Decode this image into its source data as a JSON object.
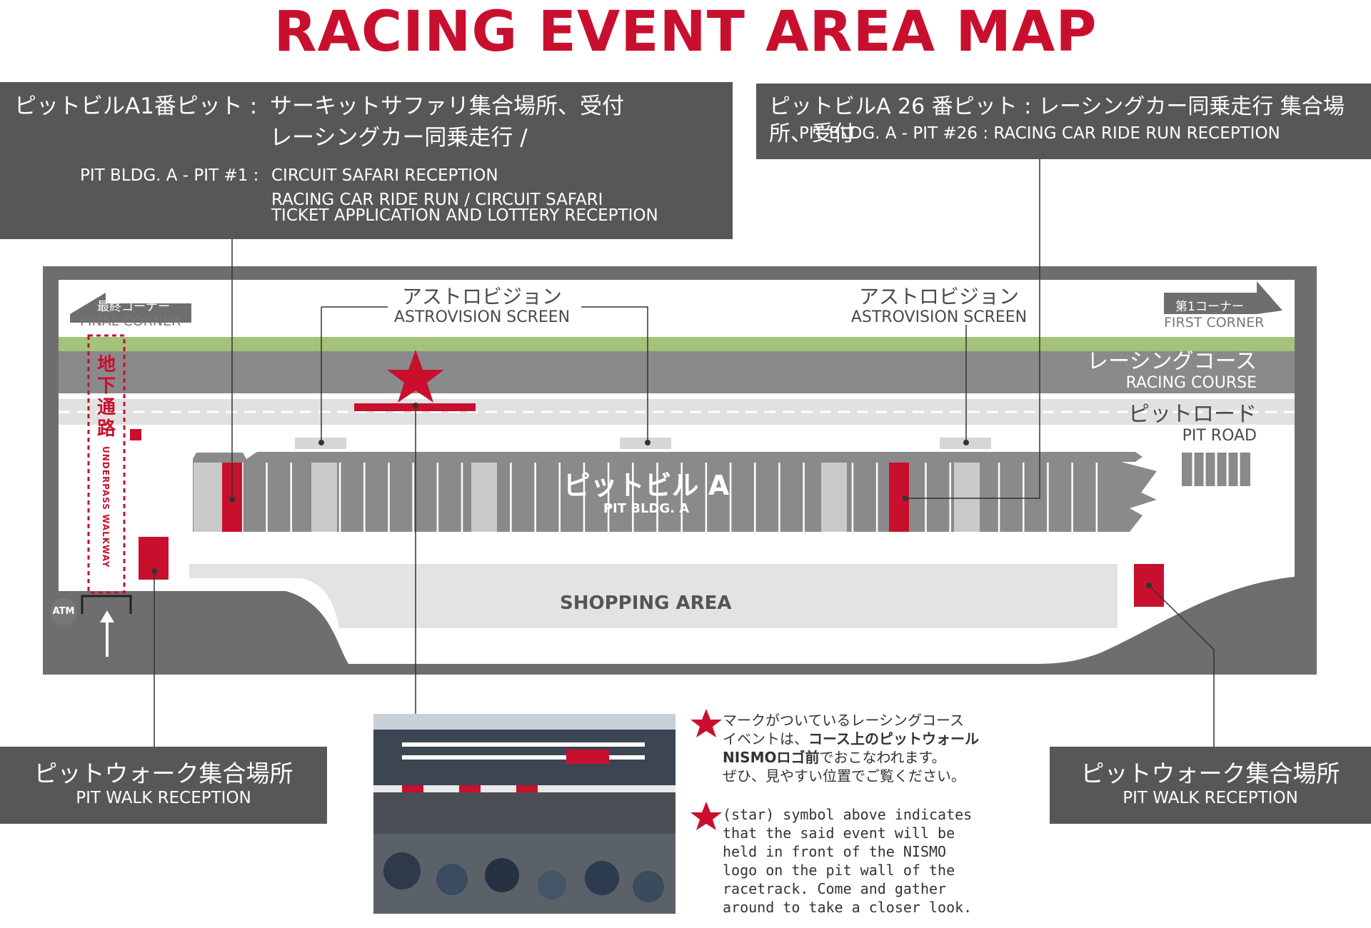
{
  "title": "RACING EVENT AREA MAP",
  "colors": {
    "accent": "#c8102e",
    "box": "#575757",
    "course": "#8a8a8a",
    "grass": "#a3c27a"
  },
  "box_left": {
    "jp_label": "ピットビルA1番ピット :",
    "jp_line1": "サーキットサファリ集合場所、受付",
    "jp_line2": "レーシングカー同乗走行 /",
    "en_label": "PIT BLDG. A - PIT #1 :",
    "en_line1": "CIRCUIT SAFARI RECEPTION",
    "en_line2": "RACING CAR RIDE RUN / CIRCUIT SAFARI",
    "en_line3": "TICKET APPLICATION AND LOTTERY RECEPTION"
  },
  "box_right": {
    "jp": "ピットビルA 26 番ピット : レーシングカー同乗走行 集合場所、受付",
    "en": "PIT BLDG. A - PIT #26 : RACING CAR RIDE RUN RECEPTION"
  },
  "astrovision_left": {
    "jp": "アストロビジョン",
    "en": "ASTROVISION SCREEN"
  },
  "astrovision_right": {
    "jp": "アストロビジョン",
    "en": "ASTROVISION SCREEN"
  },
  "final_corner": {
    "jp": "最終コーナー",
    "en": "FINAL CORNER"
  },
  "first_corner": {
    "jp": "第1コーナー",
    "en": "FIRST CORNER"
  },
  "racing_course": {
    "jp": "レーシングコース",
    "en": "RACING COURSE"
  },
  "pit_road": {
    "jp": "ピットロード",
    "en": "PIT ROAD"
  },
  "pit_building": {
    "jp": "ピットビル A",
    "en": "PIT BLDG. A"
  },
  "underpass": {
    "jp_chars": [
      "地",
      "下",
      "通",
      "路"
    ],
    "en": "UNDERPASS WALKWAY"
  },
  "atm": "ATM",
  "shopping_area": "SHOPPING AREA",
  "pitwalk_left": {
    "jp": "ピットウォーク集合場所",
    "en": "PIT WALK RECEPTION"
  },
  "pitwalk_right": {
    "jp": "ピットウォーク集合場所",
    "en": "PIT WALK RECEPTION"
  },
  "legend": {
    "jp_line1": "マークがついているレーシングコース",
    "jp_line2_prefix": "イベントは、",
    "jp_line2_bold": "コース上のピットウォール",
    "jp_line3_bold": "NISMOロゴ前",
    "jp_line3_rest": "でおこなわれます。",
    "jp_line4": "ぜひ、見やすい位置でご覧ください。",
    "en_line1": "(star) symbol above indicates",
    "en_line2": "that the said event will be",
    "en_line3": "held in front of the NISMO",
    "en_line4": "logo on the pit wall of the",
    "en_line5": "racetrack. Come and gather",
    "en_line6": "around to take a closer look."
  }
}
